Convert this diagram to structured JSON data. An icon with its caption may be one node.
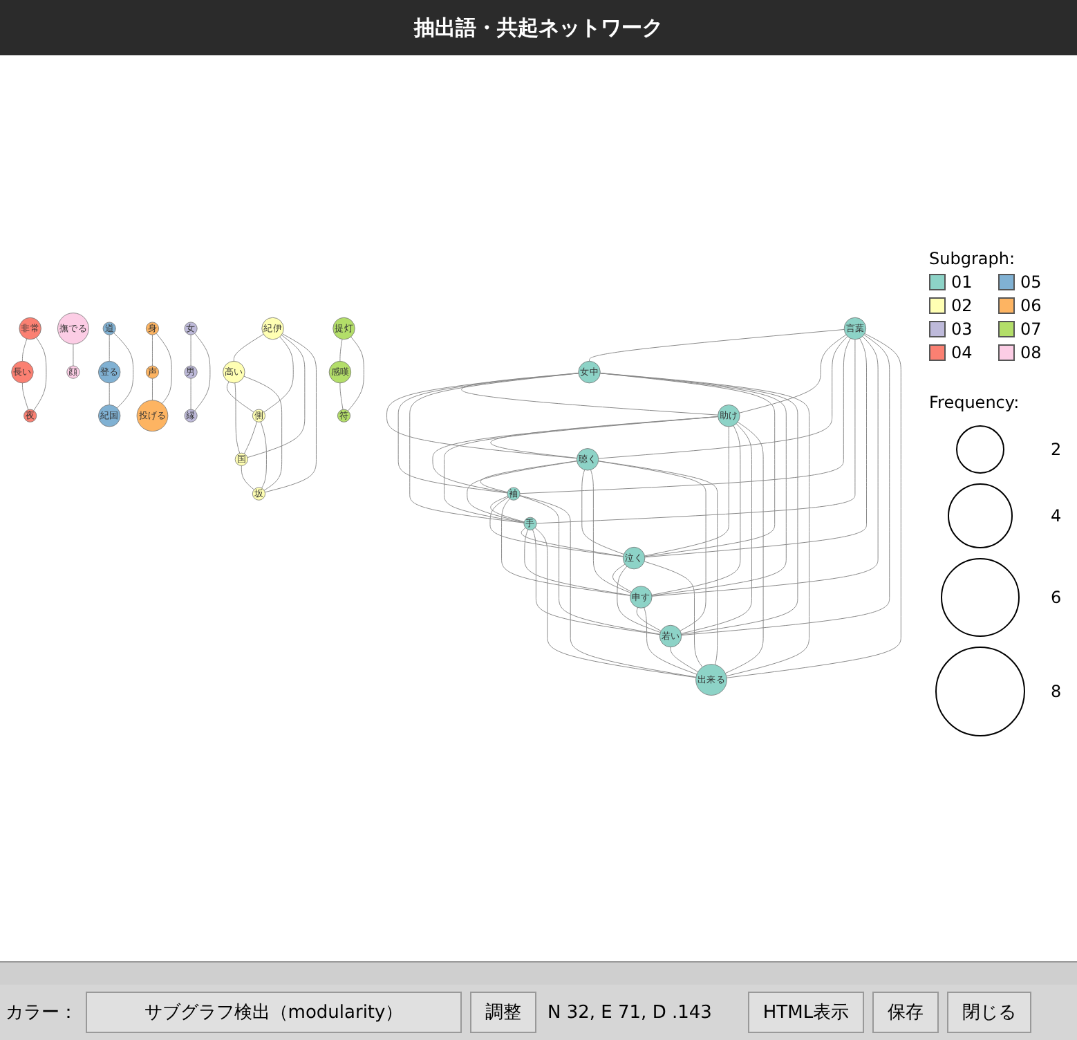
{
  "diagram": {
    "title": "抽出語・共起ネットワーク",
    "nodes": [
      {
        "text": [
          "非常"
        ]
      },
      {
        "text": [
          "長い"
        ]
      },
      {
        "text": [
          "夜"
        ]
      },
      {
        "text": [
          "撫でる"
        ]
      },
      {
        "text": [
          "高い"
        ]
      },
      {
        "text": [
          "紀伊"
        ]
      },
      {
        "text": [
          "顔"
        ]
      },
      {
        "text": [
          "側"
        ]
      },
      {
        "text": [
          "国"
        ]
      },
      {
        "text": [
          "坂"
        ]
      },
      {
        "text": [
          "道"
        ]
      },
      {
        "text": [
          "身"
        ]
      },
      {
        "text": [
          "声"
        ]
      },
      {
        "text": [
          "登る"
        ]
      },
      {
        "text": [
          "紀国"
        ]
      },
      {
        "text": [
          "投げる"
        ]
      },
      {
        "text": [
          "言葉"
        ]
      },
      {
        "text": [
          "女中"
        ]
      },
      {
        "text": [
          "助け"
        ]
      },
      {
        "text": [
          "聴く"
        ]
      },
      {
        "text": [
          "袖"
        ]
      },
      {
        "text": [
          "女"
        ]
      },
      {
        "text": [
          "男"
        ]
      },
      {
        "text": [
          "手"
        ]
      },
      {
        "text": [
          "泣く"
        ]
      },
      {
        "text": [
          "申す"
        ]
      },
      {
        "text": [
          "若い"
        ]
      },
      {
        "text": [
          "出来る"
        ]
      },
      {
        "text": [
          "縁"
        ]
      },
      {
        "text": [
          "提灯"
        ]
      },
      {
        "text": [
          "感嘆"
        ]
      },
      {
        "text": [
          "符"
        ]
      }
    ],
    "edges": [
      {
        "from": 0,
        "to": 1,
        "arrow": "none"
      },
      {
        "from": 0,
        "to": 2,
        "arrow": "none"
      },
      {
        "from": 1,
        "to": 2,
        "arrow": "none"
      },
      {
        "from": 3,
        "to": 6,
        "arrow": "none"
      },
      {
        "from": 5,
        "to": 4,
        "arrow": "none"
      },
      {
        "from": 5,
        "to": 7,
        "arrow": "none"
      },
      {
        "from": 5,
        "to": 8,
        "arrow": "none"
      },
      {
        "from": 5,
        "to": 9,
        "arrow": "none"
      },
      {
        "from": 4,
        "to": 7,
        "arrow": "none"
      },
      {
        "from": 4,
        "to": 8,
        "arrow": "none"
      },
      {
        "from": 4,
        "to": 9,
        "arrow": "none"
      },
      {
        "from": 7,
        "to": 8,
        "arrow": "none"
      },
      {
        "from": 7,
        "to": 9,
        "arrow": "none"
      },
      {
        "from": 8,
        "to": 9,
        "arrow": "none"
      },
      {
        "from": 10,
        "to": 13,
        "arrow": "none"
      },
      {
        "from": 10,
        "to": 14,
        "arrow": "none"
      },
      {
        "from": 13,
        "to": 14,
        "arrow": "none"
      },
      {
        "from": 11,
        "to": 12,
        "arrow": "none"
      },
      {
        "from": 11,
        "to": 15,
        "arrow": "none"
      },
      {
        "from": 12,
        "to": 15,
        "arrow": "none"
      },
      {
        "from": 16,
        "to": 17,
        "arrow": "none"
      },
      {
        "from": 16,
        "to": 18,
        "arrow": "none"
      },
      {
        "from": 16,
        "to": 19,
        "arrow": "none"
      },
      {
        "from": 16,
        "to": 20,
        "arrow": "none"
      },
      {
        "from": 16,
        "to": 23,
        "arrow": "none"
      },
      {
        "from": 16,
        "to": 24,
        "arrow": "none"
      },
      {
        "from": 16,
        "to": 25,
        "arrow": "none"
      },
      {
        "from": 16,
        "to": 26,
        "arrow": "none"
      },
      {
        "from": 16,
        "to": 27,
        "arrow": "none"
      },
      {
        "from": 17,
        "to": 18,
        "arrow": "none"
      },
      {
        "from": 17,
        "to": 19,
        "arrow": "none"
      },
      {
        "from": 17,
        "to": 20,
        "arrow": "none"
      },
      {
        "from": 17,
        "to": 23,
        "arrow": "none"
      },
      {
        "from": 17,
        "to": 24,
        "arrow": "none"
      },
      {
        "from": 17,
        "to": 25,
        "arrow": "none"
      },
      {
        "from": 17,
        "to": 26,
        "arrow": "none"
      },
      {
        "from": 17,
        "to": 27,
        "arrow": "none"
      },
      {
        "from": 18,
        "to": 19,
        "arrow": "none"
      },
      {
        "from": 18,
        "to": 20,
        "arrow": "none"
      },
      {
        "from": 18,
        "to": 23,
        "arrow": "none"
      },
      {
        "from": 18,
        "to": 24,
        "arrow": "none"
      },
      {
        "from": 18,
        "to": 25,
        "arrow": "none"
      },
      {
        "from": 18,
        "to": 26,
        "arrow": "none"
      },
      {
        "from": 18,
        "to": 27,
        "arrow": "none"
      },
      {
        "from": 19,
        "to": 20,
        "arrow": "none"
      },
      {
        "from": 19,
        "to": 23,
        "arrow": "none"
      },
      {
        "from": 19,
        "to": 24,
        "arrow": "none"
      },
      {
        "from": 19,
        "to": 25,
        "arrow": "none"
      },
      {
        "from": 19,
        "to": 26,
        "arrow": "none"
      },
      {
        "from": 19,
        "to": 27,
        "arrow": "none"
      },
      {
        "from": 20,
        "to": 23,
        "arrow": "none"
      },
      {
        "from": 20,
        "to": 24,
        "arrow": "none"
      },
      {
        "from": 20,
        "to": 25,
        "arrow": "none"
      },
      {
        "from": 20,
        "to": 26,
        "arrow": "none"
      },
      {
        "from": 20,
        "to": 27,
        "arrow": "none"
      },
      {
        "from": 23,
        "to": 24,
        "arrow": "none"
      },
      {
        "from": 23,
        "to": 25,
        "arrow": "none"
      },
      {
        "from": 23,
        "to": 26,
        "arrow": "none"
      },
      {
        "from": 23,
        "to": 27,
        "arrow": "none"
      },
      {
        "from": 24,
        "to": 25,
        "arrow": "none"
      },
      {
        "from": 24,
        "to": 26,
        "arrow": "none"
      },
      {
        "from": 24,
        "to": 27,
        "arrow": "none"
      },
      {
        "from": 25,
        "to": 26,
        "arrow": "none"
      },
      {
        "from": 25,
        "to": 27,
        "arrow": "none"
      },
      {
        "from": 26,
        "to": 27,
        "arrow": "none"
      },
      {
        "from": 21,
        "to": 22,
        "arrow": "none"
      },
      {
        "from": 21,
        "to": 28,
        "arrow": "none"
      },
      {
        "from": 22,
        "to": 28,
        "arrow": "none"
      },
      {
        "from": 29,
        "to": 30,
        "arrow": "none"
      },
      {
        "from": 29,
        "to": 31,
        "arrow": "none"
      },
      {
        "from": 30,
        "to": 31,
        "arrow": "none"
      }
    ],
    "labels": [
      "Subgraph:",
      "Frequency:",
      "カラー：",
      "サブグラフ検出（modularity）",
      "調整",
      "N 32, E 71, D .143",
      "HTML表示",
      "保存",
      "閉じる"
    ],
    "legend": [
      {
        "text": "01",
        "color": "#8dd3c7"
      },
      {
        "text": "02",
        "color": "#ffffb3"
      },
      {
        "text": "03",
        "color": "#bebada"
      },
      {
        "text": "04",
        "color": "#fb8072"
      },
      {
        "text": "05",
        "color": "#80b1d3"
      },
      {
        "text": "06",
        "color": "#fdb462"
      },
      {
        "text": "07",
        "color": "#b3de69"
      },
      {
        "text": "08",
        "color": "#fccde5"
      },
      {
        "text": "2"
      },
      {
        "text": "4"
      },
      {
        "text": "6"
      },
      {
        "text": "8"
      }
    ]
  }
}
